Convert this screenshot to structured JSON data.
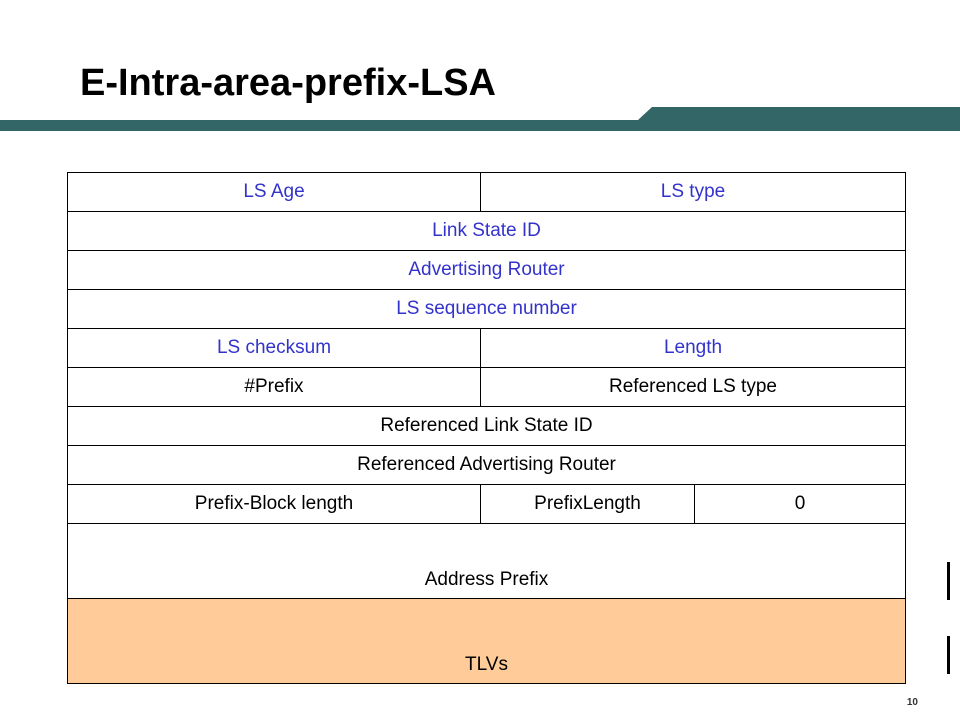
{
  "slide": {
    "title": "E-Intra-area-prefix-LSA",
    "page_number": "10",
    "accent_color": "#336666",
    "tlv_color": "#ffcc99",
    "header_text_color": "#3333cc"
  },
  "table": {
    "ls_age": "LS Age",
    "ls_type": "LS type",
    "link_state_id": "Link State ID",
    "advertising_router": "Advertising Router",
    "ls_sequence_number": "LS sequence number",
    "ls_checksum": "LS checksum",
    "length": "Length",
    "num_prefix": "#Prefix",
    "referenced_ls_type": "Referenced LS type",
    "referenced_link_state_id": "Referenced Link State ID",
    "referenced_advertising_router": "Referenced Advertising Router",
    "prefix_block_length": "Prefix-Block length",
    "prefix_length": "PrefixLength",
    "zero": "0",
    "address_prefix": "Address Prefix",
    "tlvs": "TLVs"
  }
}
